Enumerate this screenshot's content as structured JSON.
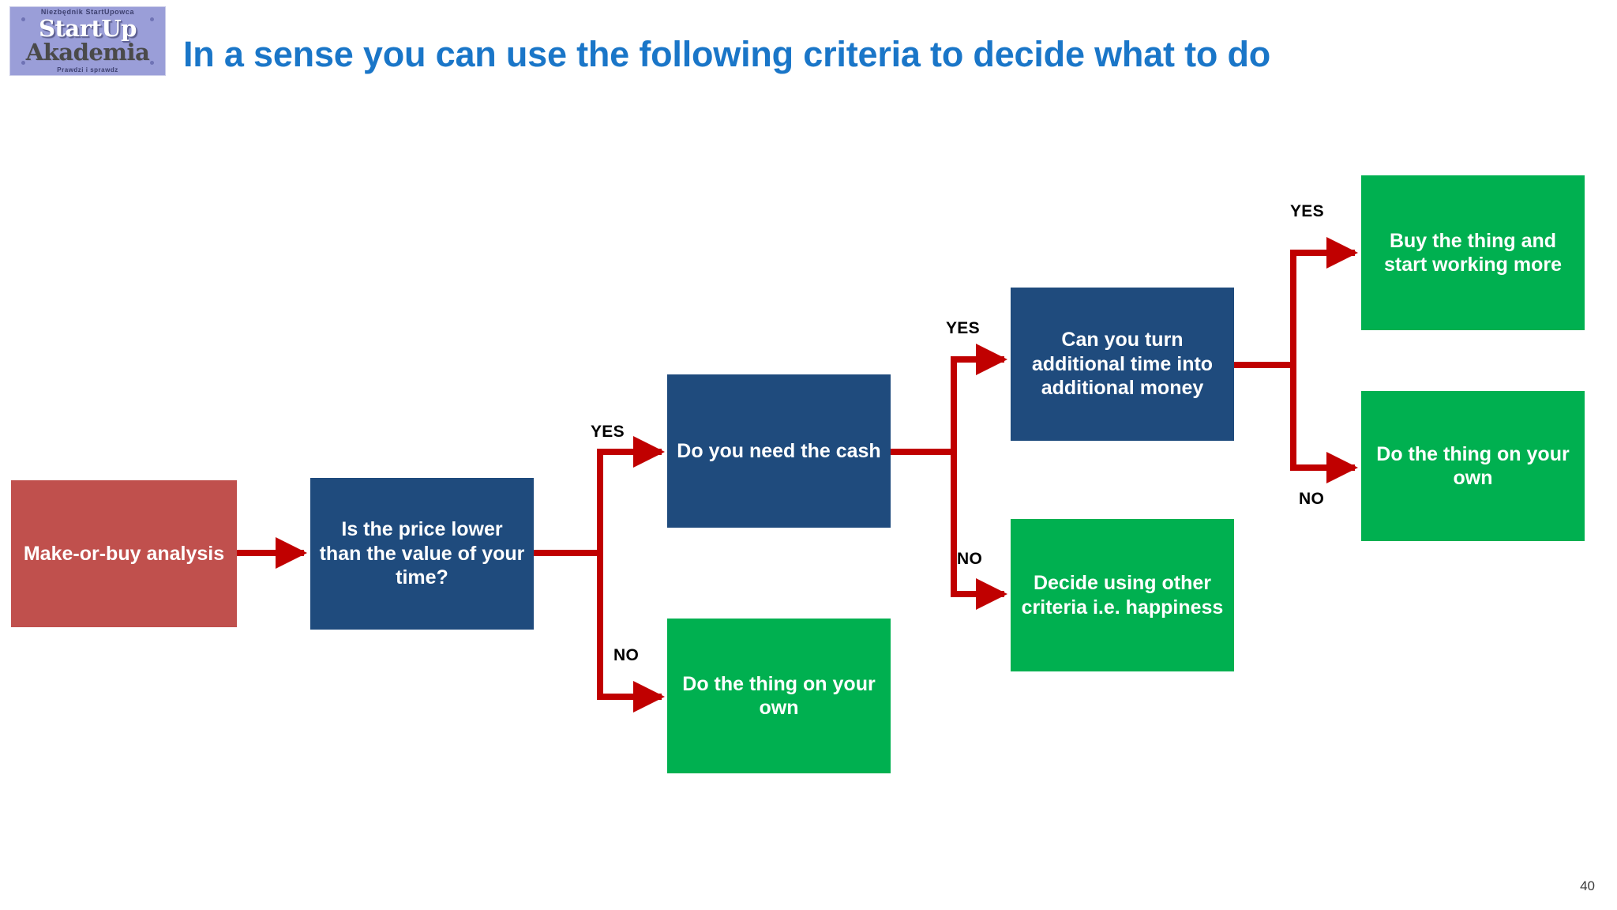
{
  "slide": {
    "title": "In a sense you can use the following criteria to decide what to do",
    "page_number": "40",
    "title_color": "#1a76c8",
    "background": "#ffffff"
  },
  "logo": {
    "top_text": "Niezbędnik StartUpowca",
    "main_line1": "StartUp",
    "main_line2": "Akademia",
    "bottom_text": "Prawdzi i sprawdz",
    "background": "#9a9ed8"
  },
  "flowchart": {
    "connector_color": "#c00000",
    "nodes": [
      {
        "id": "start",
        "label": "Make-or-buy analysis",
        "type": "start",
        "color": "#c0504d"
      },
      {
        "id": "price",
        "label": "Is the price lower than the value of your time?",
        "type": "decide",
        "color": "#1f4b7d"
      },
      {
        "id": "cash",
        "label": "Do you need the cash",
        "type": "decide",
        "color": "#1f4b7d"
      },
      {
        "id": "own-lower",
        "label": "Do the thing on your own",
        "type": "result",
        "color": "#00b050"
      },
      {
        "id": "time-to-money",
        "label": "Can you turn additional time into additional money",
        "type": "decide",
        "color": "#1f4b7d"
      },
      {
        "id": "happiness",
        "label": "Decide using other criteria i.e. happiness",
        "type": "result",
        "color": "#00b050"
      },
      {
        "id": "buy-thing",
        "label": "Buy the thing and start working more",
        "type": "result",
        "color": "#00b050"
      },
      {
        "id": "own-right",
        "label": "Do the thing on your own",
        "type": "result",
        "color": "#00b050"
      }
    ],
    "branch_labels": [
      {
        "id": "price-yes",
        "text": "YES"
      },
      {
        "id": "price-no",
        "text": "NO"
      },
      {
        "id": "cash-yes",
        "text": "YES"
      },
      {
        "id": "cash-no",
        "text": "NO"
      },
      {
        "id": "money-yes",
        "text": "YES"
      },
      {
        "id": "money-no",
        "text": "NO"
      }
    ]
  }
}
